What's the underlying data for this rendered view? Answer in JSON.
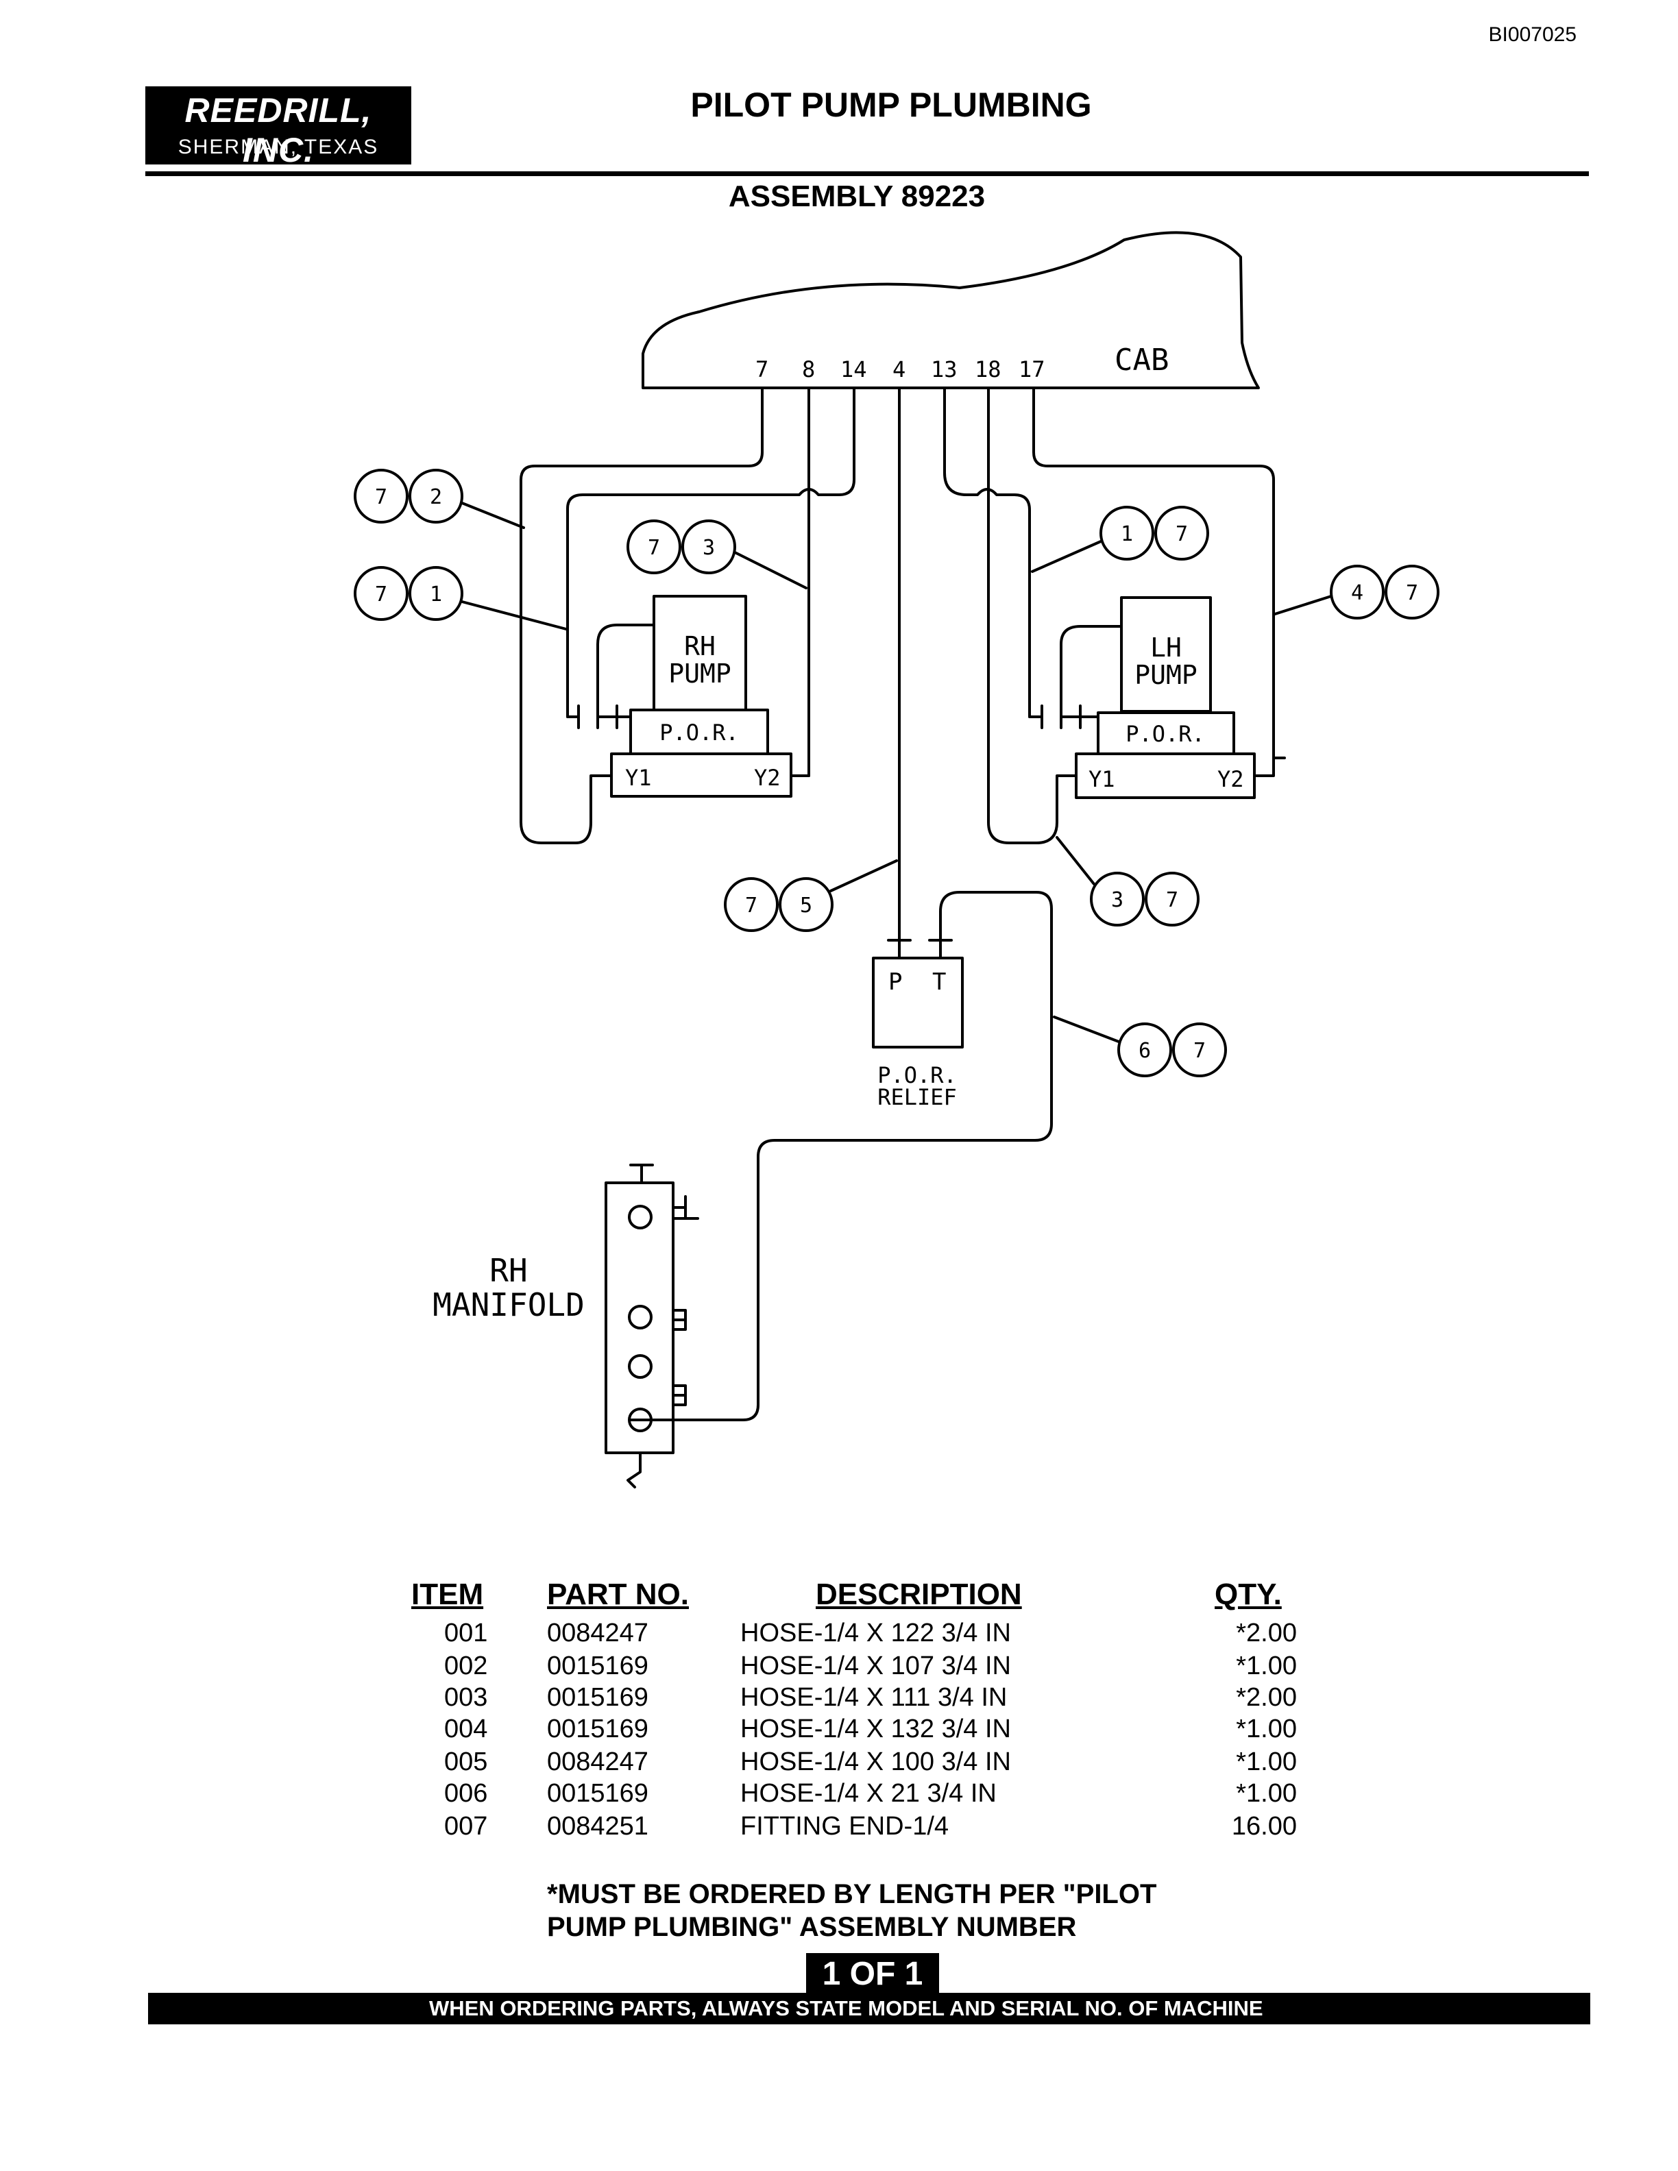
{
  "doc_id": "BI007025",
  "company": {
    "name": "REEDRILL, INC.",
    "location": "SHERMAN, TEXAS"
  },
  "title": "PILOT PUMP PLUMBING",
  "subtitle": "ASSEMBLY 89223",
  "diagram": {
    "cab_label": "CAB",
    "ports": [
      "7",
      "8",
      "14",
      "4",
      "13",
      "18",
      "17"
    ],
    "rh_pump": [
      "RH",
      "PUMP"
    ],
    "lh_pump": [
      "LH",
      "PUMP"
    ],
    "por": "P.O.R.",
    "y1": "Y1",
    "y2": "Y2",
    "relief_p": "P",
    "relief_t": "T",
    "relief_label": [
      "P.O.R.",
      "RELIEF"
    ],
    "manifold_label": [
      "RH",
      "MANIFOLD"
    ],
    "callouts": [
      [
        "7",
        "2"
      ],
      [
        "7",
        "1"
      ],
      [
        "7",
        "3"
      ],
      [
        "1",
        "7"
      ],
      [
        "4",
        "7"
      ],
      [
        "7",
        "5"
      ],
      [
        "3",
        "7"
      ],
      [
        "6",
        "7"
      ]
    ]
  },
  "parts_table": {
    "headers": {
      "item": "ITEM",
      "part_no": "PART NO.",
      "description": "DESCRIPTION",
      "qty": "QTY."
    },
    "rows": [
      {
        "item": "001",
        "part_no": "0084247",
        "description": "HOSE-1/4 X 122 3/4 IN",
        "qty": "*2.00"
      },
      {
        "item": "002",
        "part_no": "0015169",
        "description": "HOSE-1/4 X 107 3/4 IN",
        "qty": "*1.00"
      },
      {
        "item": "003",
        "part_no": "0015169",
        "description": "HOSE-1/4 X 111 3/4 IN",
        "qty": "*2.00"
      },
      {
        "item": "004",
        "part_no": "0015169",
        "description": "HOSE-1/4 X 132 3/4 IN",
        "qty": "*1.00"
      },
      {
        "item": "005",
        "part_no": "0084247",
        "description": "HOSE-1/4 X 100 3/4 IN",
        "qty": "*1.00"
      },
      {
        "item": "006",
        "part_no": "0015169",
        "description": "HOSE-1/4 X 21 3/4 IN",
        "qty": "*1.00"
      },
      {
        "item": "007",
        "part_no": "0084251",
        "description": "FITTING END-1/4",
        "qty": "16.00"
      }
    ]
  },
  "note": [
    "*MUST BE ORDERED BY LENGTH PER \"PILOT",
    "PUMP PLUMBING\" ASSEMBLY NUMBER"
  ],
  "page": "1 OF 1",
  "footer": "WHEN ORDERING PARTS, ALWAYS STATE MODEL AND SERIAL NO. OF MACHINE"
}
